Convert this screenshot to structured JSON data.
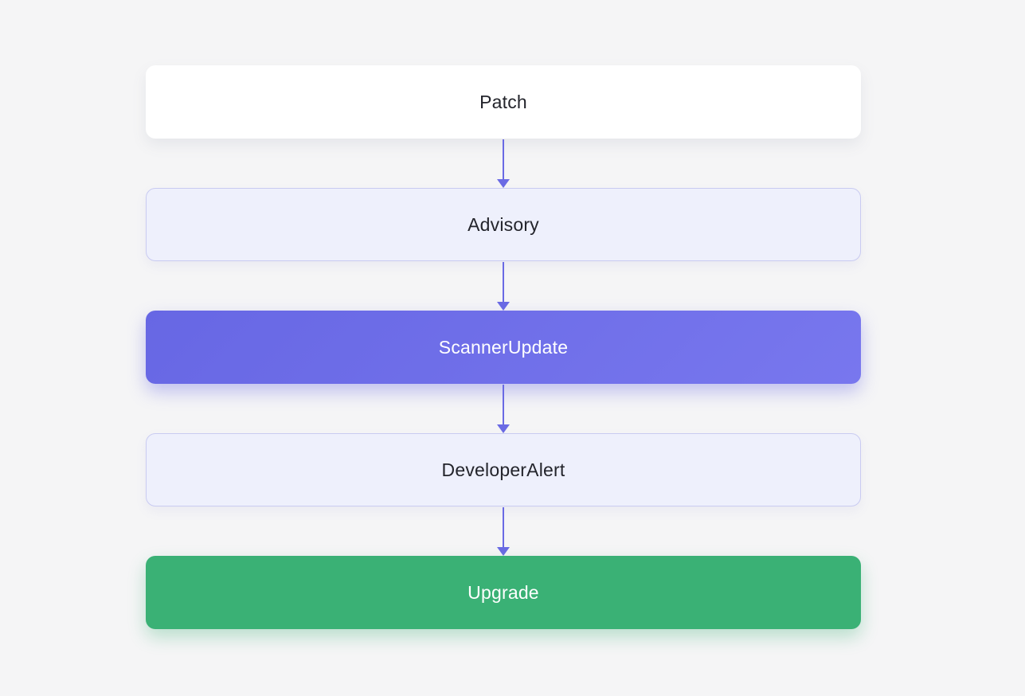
{
  "diagram": {
    "type": "flowchart",
    "direction": "top-down",
    "background_color": "#f5f5f6",
    "arrow_color": "#6a6ae4",
    "nodes": [
      {
        "id": "patch",
        "label": "Patch",
        "style": "plain",
        "fill": "#ffffff",
        "text_color": "#23242b"
      },
      {
        "id": "advisory",
        "label": "Advisory",
        "style": "light",
        "fill": "#eef0fc",
        "border_color": "#c9cbf1",
        "text_color": "#23242b"
      },
      {
        "id": "scanner-update",
        "label": "ScannerUpdate",
        "style": "primary",
        "fill": "#6f6fe9",
        "text_color": "#ffffff"
      },
      {
        "id": "developer-alert",
        "label": "DeveloperAlert",
        "style": "light",
        "fill": "#eef0fc",
        "border_color": "#c9cbf1",
        "text_color": "#23242b"
      },
      {
        "id": "upgrade",
        "label": "Upgrade",
        "style": "success",
        "fill": "#3ab175",
        "text_color": "#ffffff"
      }
    ],
    "edges": [
      {
        "from": "patch",
        "to": "advisory"
      },
      {
        "from": "advisory",
        "to": "scanner-update"
      },
      {
        "from": "scanner-update",
        "to": "developer-alert"
      },
      {
        "from": "developer-alert",
        "to": "upgrade"
      }
    ]
  }
}
